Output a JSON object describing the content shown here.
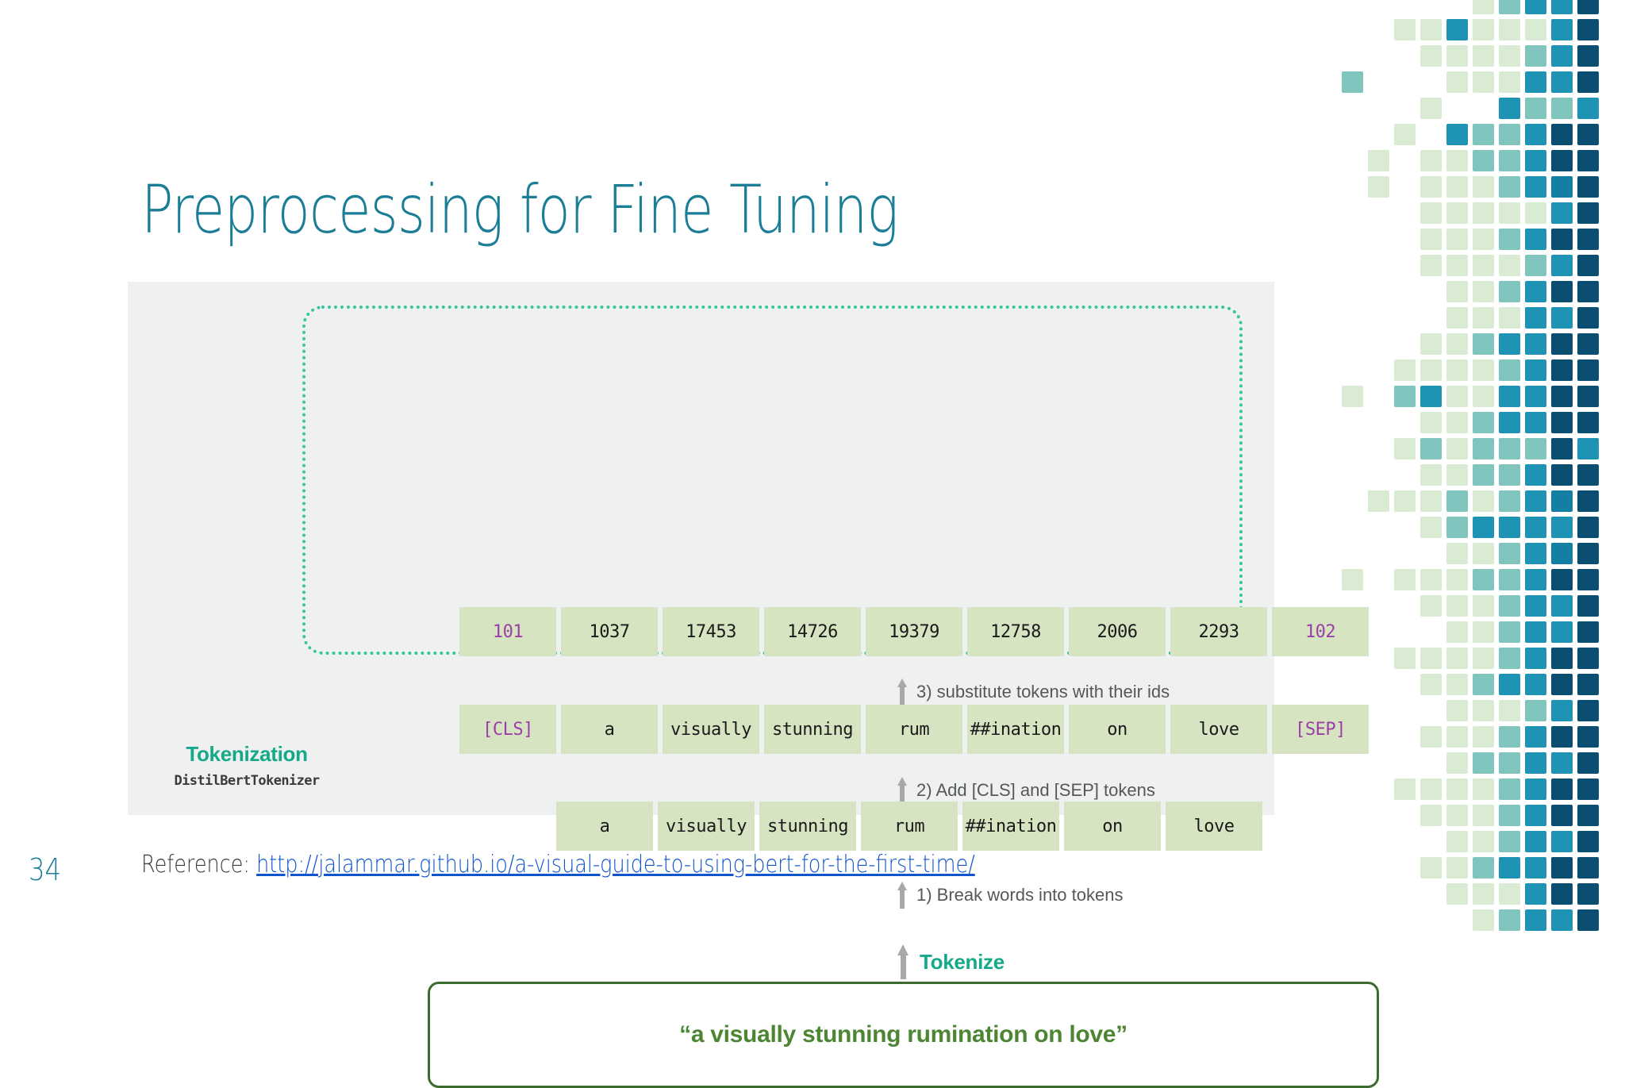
{
  "slide": {
    "title": "Preprocessing for Fine Tuning",
    "page_number": "34"
  },
  "diagram": {
    "region_label": {
      "title": "Tokenization",
      "subtitle": "DistilBertTokenizer"
    },
    "rows": {
      "ids": {
        "cells": [
          {
            "text": "101",
            "special": true
          },
          {
            "text": "1037",
            "special": false
          },
          {
            "text": "17453",
            "special": false
          },
          {
            "text": "14726",
            "special": false
          },
          {
            "text": "19379",
            "special": false
          },
          {
            "text": "12758",
            "special": false
          },
          {
            "text": "2006",
            "special": false
          },
          {
            "text": "2293",
            "special": false
          },
          {
            "text": "102",
            "special": true
          }
        ]
      },
      "tokens": {
        "cells": [
          {
            "text": "[CLS]",
            "special": true
          },
          {
            "text": "a",
            "special": false
          },
          {
            "text": "visually",
            "special": false
          },
          {
            "text": "stunning",
            "special": false
          },
          {
            "text": "rum",
            "special": false
          },
          {
            "text": "##ination",
            "special": false
          },
          {
            "text": "on",
            "special": false
          },
          {
            "text": "love",
            "special": false
          },
          {
            "text": "[SEP]",
            "special": true
          }
        ]
      },
      "words": {
        "cells": [
          {
            "text": "a",
            "special": false
          },
          {
            "text": "visually",
            "special": false
          },
          {
            "text": "stunning",
            "special": false
          },
          {
            "text": "rum",
            "special": false
          },
          {
            "text": "##ination",
            "special": false
          },
          {
            "text": "on",
            "special": false
          },
          {
            "text": "love",
            "special": false
          }
        ]
      }
    },
    "steps": {
      "step3": "3) substitute tokens with their ids",
      "step2": "2) Add [CLS] and [SEP] tokens",
      "step1": "1) Break words into tokens",
      "tokenize": "Tokenize"
    },
    "sentence": "“a visually stunning rumination on love”"
  },
  "footer": {
    "reference_label": "Reference: ",
    "reference_url": "http://jalammar.github.io/a-visual-guide-to-using-bert-for-the-first-time/"
  },
  "colors": {
    "title_teal": "#1b7d96",
    "accent_green": "#15a98a",
    "cell_green": "#d6e4c1",
    "special_token_purple": "#9a3fa8",
    "sentence_green": "#4c8633",
    "panel_grey": "#eff0f0",
    "link_blue": "#1155cc",
    "arrow_grey": "#a6a8aa"
  },
  "decoration": {
    "grid_palette": [
      "transparent",
      "#d9ecd3",
      "#cfe8d6",
      "#7fc4bd",
      "#1e93b4",
      "#127fa3",
      "#0e6b8c",
      "#0a4f72",
      "#0b4566"
    ],
    "grid_rows": [
      [
        0,
        0,
        0,
        0,
        0,
        1,
        3,
        4,
        4,
        7
      ],
      [
        0,
        0,
        1,
        1,
        4,
        1,
        1,
        1,
        4,
        7
      ],
      [
        0,
        0,
        0,
        1,
        1,
        1,
        1,
        3,
        4,
        7
      ],
      [
        3,
        0,
        0,
        0,
        1,
        1,
        1,
        4,
        4,
        7
      ],
      [
        0,
        0,
        0,
        1,
        0,
        0,
        4,
        3,
        3,
        4
      ],
      [
        0,
        0,
        1,
        0,
        4,
        3,
        3,
        4,
        7,
        7
      ],
      [
        0,
        1,
        0,
        1,
        1,
        3,
        3,
        4,
        7,
        7
      ],
      [
        0,
        1,
        0,
        1,
        1,
        1,
        3,
        4,
        5,
        7
      ],
      [
        0,
        0,
        0,
        1,
        1,
        1,
        1,
        1,
        4,
        7
      ],
      [
        0,
        0,
        0,
        1,
        1,
        1,
        3,
        4,
        7,
        7
      ],
      [
        0,
        0,
        0,
        1,
        1,
        1,
        1,
        3,
        4,
        7
      ],
      [
        0,
        0,
        0,
        0,
        1,
        1,
        3,
        4,
        7,
        7
      ],
      [
        0,
        0,
        0,
        0,
        1,
        1,
        1,
        4,
        4,
        7
      ],
      [
        0,
        0,
        0,
        1,
        1,
        3,
        4,
        4,
        7,
        7
      ],
      [
        0,
        0,
        1,
        1,
        1,
        1,
        3,
        4,
        7,
        7
      ],
      [
        1,
        0,
        3,
        4,
        1,
        1,
        4,
        4,
        7,
        7
      ],
      [
        0,
        0,
        0,
        1,
        1,
        3,
        4,
        4,
        7,
        7
      ],
      [
        0,
        0,
        1,
        3,
        1,
        3,
        3,
        3,
        7,
        4
      ],
      [
        0,
        0,
        0,
        1,
        1,
        3,
        3,
        4,
        7,
        7
      ],
      [
        0,
        1,
        1,
        1,
        3,
        1,
        3,
        4,
        5,
        7
      ],
      [
        0,
        0,
        0,
        1,
        3,
        4,
        4,
        4,
        4,
        7
      ],
      [
        0,
        0,
        0,
        0,
        1,
        1,
        3,
        4,
        5,
        7
      ],
      [
        1,
        0,
        1,
        1,
        1,
        3,
        3,
        4,
        7,
        7
      ],
      [
        0,
        0,
        0,
        1,
        1,
        1,
        3,
        4,
        4,
        7
      ],
      [
        0,
        0,
        0,
        0,
        1,
        1,
        3,
        4,
        4,
        7
      ],
      [
        0,
        0,
        1,
        1,
        1,
        1,
        3,
        4,
        7,
        7
      ],
      [
        0,
        0,
        0,
        1,
        1,
        3,
        4,
        4,
        7,
        7
      ],
      [
        0,
        0,
        0,
        0,
        1,
        1,
        1,
        3,
        4,
        7
      ],
      [
        1,
        0,
        0,
        1,
        1,
        1,
        3,
        4,
        7,
        7
      ],
      [
        0,
        0,
        0,
        0,
        1,
        3,
        3,
        4,
        4,
        7
      ],
      [
        0,
        0,
        1,
        1,
        1,
        1,
        3,
        4,
        7,
        7
      ],
      [
        0,
        0,
        0,
        1,
        1,
        1,
        3,
        4,
        7,
        7
      ],
      [
        0,
        0,
        0,
        0,
        1,
        1,
        3,
        4,
        4,
        7
      ],
      [
        0,
        0,
        0,
        1,
        1,
        3,
        4,
        4,
        7,
        7
      ],
      [
        0,
        0,
        0,
        0,
        1,
        1,
        1,
        4,
        7,
        7
      ],
      [
        0,
        0,
        0,
        0,
        0,
        1,
        3,
        4,
        4,
        7
      ]
    ]
  }
}
